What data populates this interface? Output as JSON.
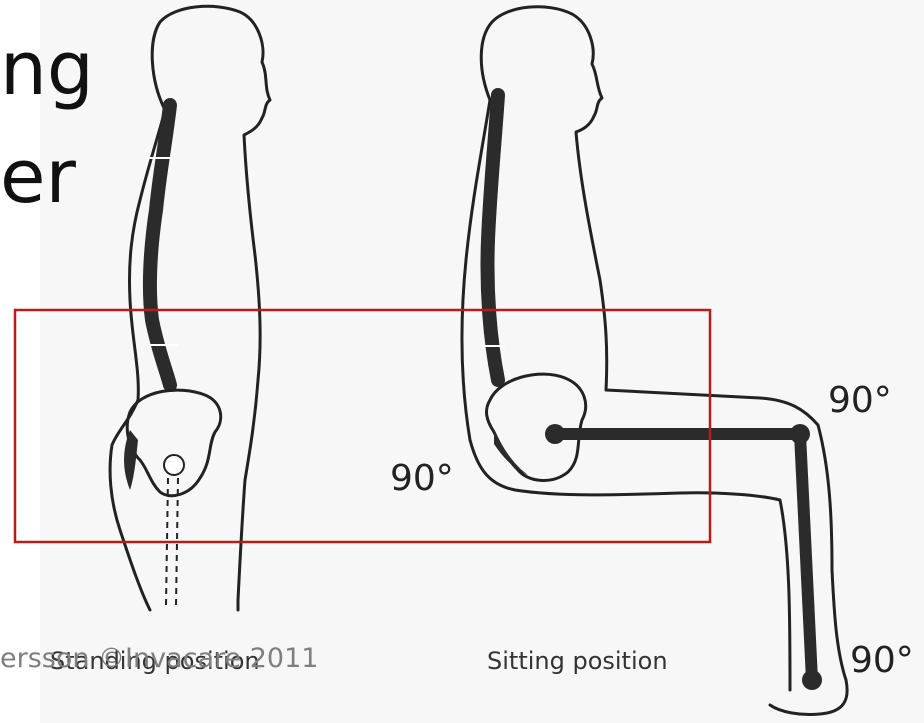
{
  "slide": {
    "title_fragment_line1": "ng",
    "title_fragment_line2": "er",
    "credit": "ersson ©Invacare 2011"
  },
  "figure": {
    "standing_caption": "Standing position",
    "sitting_caption": "Sitting position",
    "angle_hip": "90°",
    "angle_knee": "90°",
    "angle_ankle": "90°"
  },
  "colors": {
    "panel_background": "#f7f7f7",
    "highlight_box": "#b71c1c",
    "ink": "#222222",
    "credit_text": "#7f7f7f"
  }
}
